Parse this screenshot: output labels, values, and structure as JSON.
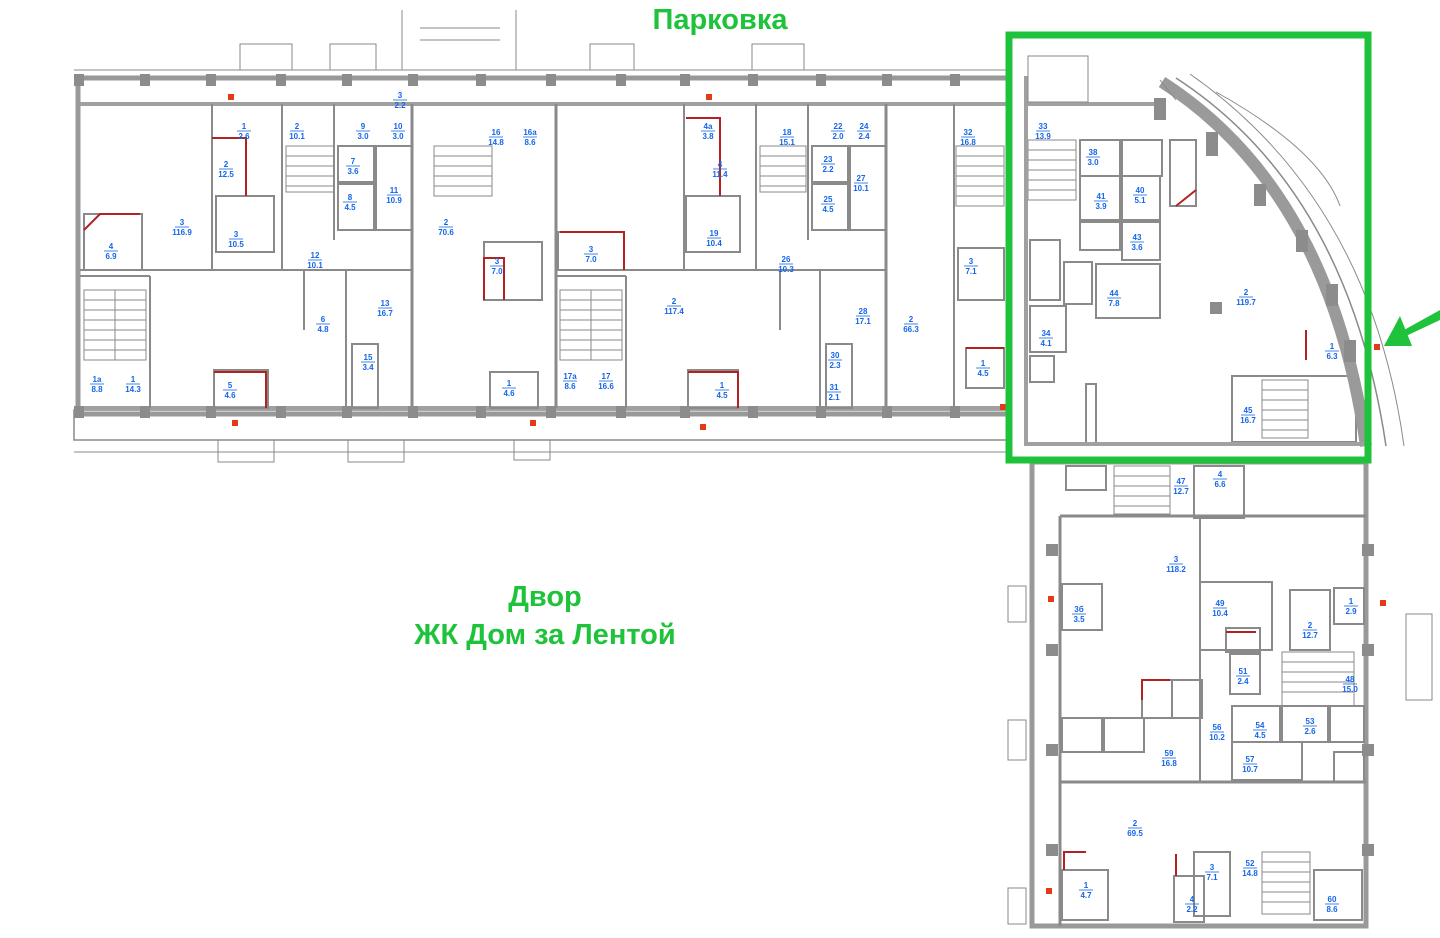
{
  "labels": {
    "parking": "Парковка",
    "yard_line1": "Двор",
    "yard_line2": "ЖК Дом за Лентой"
  },
  "colors": {
    "highlight": "#1fc33b",
    "room_numbers": "#1565e8",
    "walls": "#8a8a8a",
    "accent_red": "#b22222"
  },
  "rooms": [
    {
      "n": "2",
      "a": "10.1"
    },
    {
      "n": "9",
      "a": "3.0"
    },
    {
      "n": "1",
      "a": "2.6"
    },
    {
      "n": "3",
      "a": "2.2"
    },
    {
      "n": "10",
      "a": "3.0"
    },
    {
      "n": "7",
      "a": "3.6"
    },
    {
      "n": "8",
      "a": "4.5"
    },
    {
      "n": "11",
      "a": "10.9"
    },
    {
      "n": "2",
      "a": "12.5"
    },
    {
      "n": "3",
      "a": "116.9"
    },
    {
      "n": "4",
      "a": "6.9"
    },
    {
      "n": "3",
      "a": "10.5"
    },
    {
      "n": "12",
      "a": "10.1"
    },
    {
      "n": "13",
      "a": "16.7"
    },
    {
      "n": "6",
      "a": "4.8"
    },
    {
      "n": "1а",
      "a": "8.8"
    },
    {
      "n": "1",
      "a": "14.3"
    },
    {
      "n": "5",
      "a": "4.6"
    },
    {
      "n": "15",
      "a": "3.4"
    },
    {
      "n": "16",
      "a": "14.8"
    },
    {
      "n": "16а",
      "a": "8.6"
    },
    {
      "n": "2",
      "a": "70.6"
    },
    {
      "n": "3",
      "a": "7.0"
    },
    {
      "n": "1",
      "a": "4.6"
    },
    {
      "n": "3",
      "a": "7.0"
    },
    {
      "n": "17а",
      "a": "8.6"
    },
    {
      "n": "17",
      "a": "16.6"
    },
    {
      "n": "2",
      "a": "117.4"
    },
    {
      "n": "1",
      "a": "4.5"
    },
    {
      "n": "4а",
      "a": "3.8"
    },
    {
      "n": "4",
      "a": "11.4"
    },
    {
      "n": "18",
      "a": "15.1"
    },
    {
      "n": "22",
      "a": "2.0"
    },
    {
      "n": "24",
      "a": "2.4"
    },
    {
      "n": "23",
      "a": "2.2"
    },
    {
      "n": "27",
      "a": "10.1"
    },
    {
      "n": "19",
      "a": "10.4"
    },
    {
      "n": "25",
      "a": "4.5"
    },
    {
      "n": "26",
      "a": "10.3"
    },
    {
      "n": "28",
      "a": "17.1"
    },
    {
      "n": "2",
      "a": "66.3"
    },
    {
      "n": "30",
      "a": "2.3"
    },
    {
      "n": "31",
      "a": "2.1"
    },
    {
      "n": "32",
      "a": "16.8"
    },
    {
      "n": "3",
      "a": "7.1"
    },
    {
      "n": "1",
      "a": "4.5"
    },
    {
      "n": "33",
      "a": "13.9"
    },
    {
      "n": "38",
      "a": "3.0"
    },
    {
      "n": "41",
      "a": "3.9"
    },
    {
      "n": "40",
      "a": "5.1"
    },
    {
      "n": "43",
      "a": "3.6"
    },
    {
      "n": "44",
      "a": "7.8"
    },
    {
      "n": "2",
      "a": "119.7"
    },
    {
      "n": "34",
      "a": "4.1"
    },
    {
      "n": "1",
      "a": "6.3"
    },
    {
      "n": "45",
      "a": "16.7"
    },
    {
      "n": "47",
      "a": "12.7"
    },
    {
      "n": "4",
      "a": "6.6"
    },
    {
      "n": "3",
      "a": "118.2"
    },
    {
      "n": "3б",
      "a": "3.5"
    },
    {
      "n": "49",
      "a": "10.4"
    },
    {
      "n": "2",
      "a": "12.7"
    },
    {
      "n": "1",
      "a": "2.9"
    },
    {
      "n": "51",
      "a": "2.4"
    },
    {
      "n": "48",
      "a": "15.0"
    },
    {
      "n": "56",
      "a": "10.2"
    },
    {
      "n": "54",
      "a": "4.5"
    },
    {
      "n": "53",
      "a": "2.6"
    },
    {
      "n": "59",
      "a": "16.8"
    },
    {
      "n": "57",
      "a": "10.7"
    },
    {
      "n": "2",
      "a": "69.5"
    },
    {
      "n": "3",
      "a": "7.1"
    },
    {
      "n": "52",
      "a": "14.8"
    },
    {
      "n": "1",
      "a": "4.7"
    },
    {
      "n": "4",
      "a": "2.2"
    },
    {
      "n": "60",
      "a": "8.6"
    }
  ]
}
